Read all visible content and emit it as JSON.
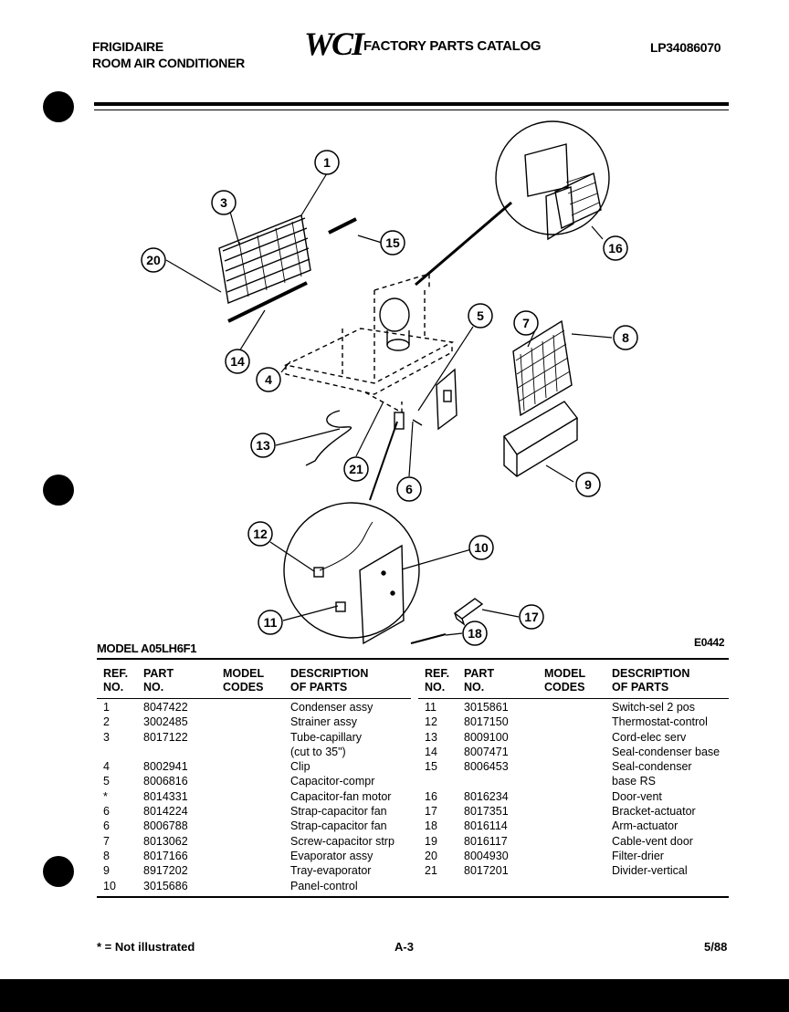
{
  "header": {
    "brand": "FRIGIDAIRE",
    "product": "ROOM AIR CONDITIONER",
    "logo": "WCI",
    "catalog_title": "FACTORY PARTS CATALOG",
    "catalog_number": "LP34086070"
  },
  "diagram": {
    "callouts": [
      "1",
      "3",
      "20",
      "14",
      "15",
      "16",
      "4",
      "5",
      "7",
      "8",
      "13",
      "21",
      "6",
      "9",
      "12",
      "10",
      "11",
      "17",
      "18"
    ],
    "model_label": "MODEL A05LH6F1",
    "drawing_code": "E0442"
  },
  "table": {
    "headers": {
      "ref": "REF.",
      "ref2": "NO.",
      "part": "PART",
      "part2": "NO.",
      "model": "MODEL",
      "model2": "CODES",
      "desc": "DESCRIPTION",
      "desc2": "OF PARTS"
    },
    "left_rows": [
      {
        "ref": "1",
        "part": "8047422",
        "model": "",
        "desc": "Condenser assy"
      },
      {
        "ref": "2",
        "part": "3002485",
        "model": "",
        "desc": "Strainer assy"
      },
      {
        "ref": "3",
        "part": "8017122",
        "model": "",
        "desc": "Tube-capillary"
      },
      {
        "ref": "",
        "part": "",
        "model": "",
        "desc": "(cut to 35\")"
      },
      {
        "ref": "4",
        "part": "8002941",
        "model": "",
        "desc": "Clip"
      },
      {
        "ref": "5",
        "part": "8006816",
        "model": "",
        "desc": "Capacitor-compr"
      },
      {
        "ref": "*",
        "part": "8014331",
        "model": "",
        "desc": "Capacitor-fan motor"
      },
      {
        "ref": "6",
        "part": "8014224",
        "model": "",
        "desc": "Strap-capacitor fan"
      },
      {
        "ref": "6",
        "part": "8006788",
        "model": "",
        "desc": "Strap-capacitor fan"
      },
      {
        "ref": "7",
        "part": "8013062",
        "model": "",
        "desc": "Screw-capacitor strp"
      },
      {
        "ref": "8",
        "part": "8017166",
        "model": "",
        "desc": "Evaporator assy"
      },
      {
        "ref": "9",
        "part": "8917202",
        "model": "",
        "desc": "Tray-evaporator"
      },
      {
        "ref": "10",
        "part": "3015686",
        "model": "",
        "desc": "Panel-control"
      }
    ],
    "right_rows": [
      {
        "ref": "11",
        "part": "3015861",
        "model": "",
        "desc": "Switch-sel 2 pos"
      },
      {
        "ref": "12",
        "part": "8017150",
        "model": "",
        "desc": "Thermostat-control"
      },
      {
        "ref": "13",
        "part": "8009100",
        "model": "",
        "desc": "Cord-elec serv"
      },
      {
        "ref": "14",
        "part": "8007471",
        "model": "",
        "desc": "Seal-condenser base"
      },
      {
        "ref": "15",
        "part": "8006453",
        "model": "",
        "desc": "Seal-condenser"
      },
      {
        "ref": "",
        "part": "",
        "model": "",
        "desc": "base RS"
      },
      {
        "ref": "16",
        "part": "8016234",
        "model": "",
        "desc": "Door-vent"
      },
      {
        "ref": "17",
        "part": "8017351",
        "model": "",
        "desc": "Bracket-actuator"
      },
      {
        "ref": "18",
        "part": "8016114",
        "model": "",
        "desc": "Arm-actuator"
      },
      {
        "ref": "19",
        "part": "8016117",
        "model": "",
        "desc": "Cable-vent door"
      },
      {
        "ref": "20",
        "part": "8004930",
        "model": "",
        "desc": "Filter-drier"
      },
      {
        "ref": "21",
        "part": "8017201",
        "model": "",
        "desc": "Divider-vertical"
      }
    ]
  },
  "footer": {
    "note": "* = Not illustrated",
    "page": "A-3",
    "date": "5/88"
  }
}
